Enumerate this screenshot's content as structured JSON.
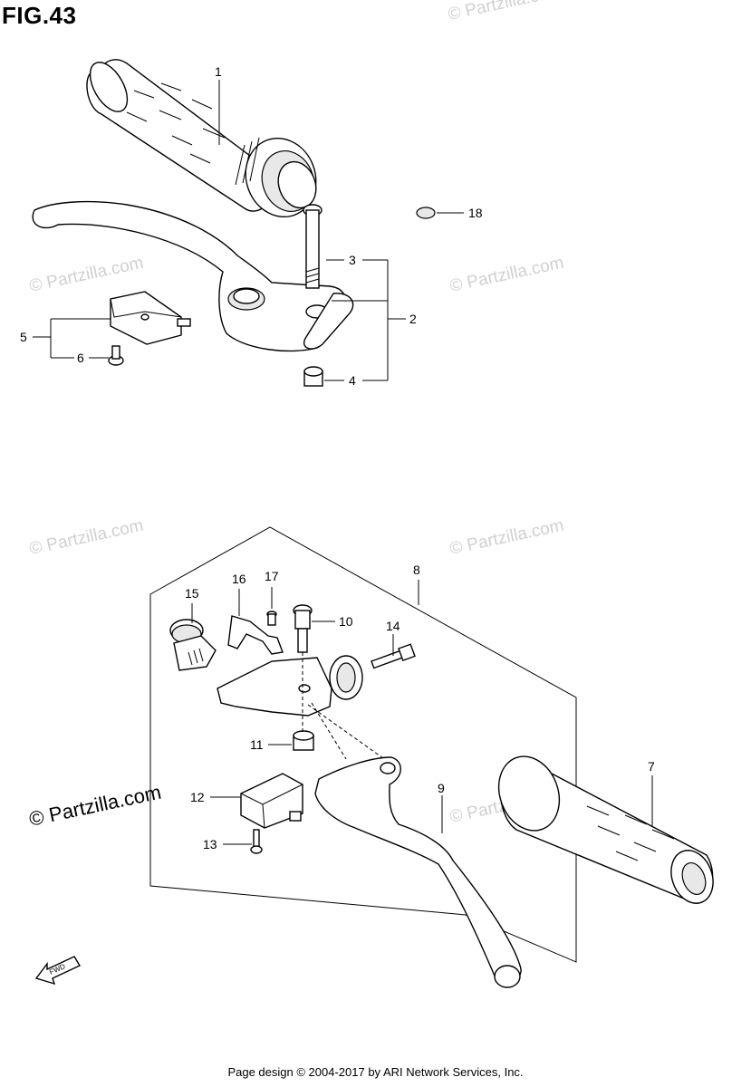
{
  "figure": {
    "title": "FIG.43"
  },
  "watermark": {
    "text": "© Partzilla.com",
    "prominent_text": "© Partzilla.com"
  },
  "fwd_label": "FWD",
  "callouts": [
    "1",
    "2",
    "3",
    "4",
    "5",
    "6",
    "7",
    "8",
    "9",
    "10",
    "11",
    "12",
    "13",
    "14",
    "15",
    "16",
    "17",
    "18"
  ],
  "footer": {
    "text": "Page design © 2004-2017 by ARI Network Services, Inc."
  }
}
